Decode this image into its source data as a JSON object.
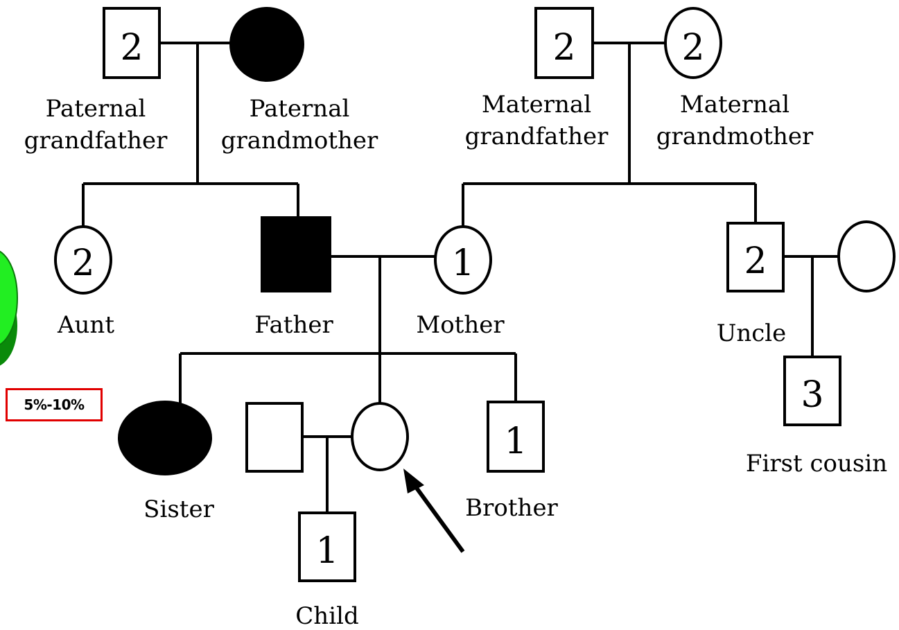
{
  "people": {
    "paternal_grandfather": {
      "label": [
        "Paternal",
        "grandfather"
      ],
      "number": "2"
    },
    "paternal_grandmother": {
      "label": [
        "Paternal",
        "grandmother"
      ],
      "number": ""
    },
    "maternal_grandfather": {
      "label": [
        "Maternal",
        "grandfather"
      ],
      "number": "2"
    },
    "maternal_grandmother": {
      "label": [
        "Maternal",
        "grandmother"
      ],
      "number": "2"
    },
    "aunt": {
      "label": "Aunt",
      "number": "2"
    },
    "father": {
      "label": "Father",
      "number": ""
    },
    "mother": {
      "label": "Mother",
      "number": "1"
    },
    "uncle": {
      "label": "Uncle",
      "number": "2"
    },
    "first_cousin": {
      "label": "First cousin",
      "number": "3"
    },
    "sister": {
      "label": "Sister",
      "number": ""
    },
    "brother": {
      "label": "Brother",
      "number": "1"
    },
    "child": {
      "label": "Child",
      "number": "1"
    }
  },
  "badge": {
    "text": "5%-10%",
    "border_color": "#e10000"
  },
  "colors": {
    "affected": "#000000",
    "unaffected": "#ffffff",
    "shape_green": "#22dd22"
  }
}
